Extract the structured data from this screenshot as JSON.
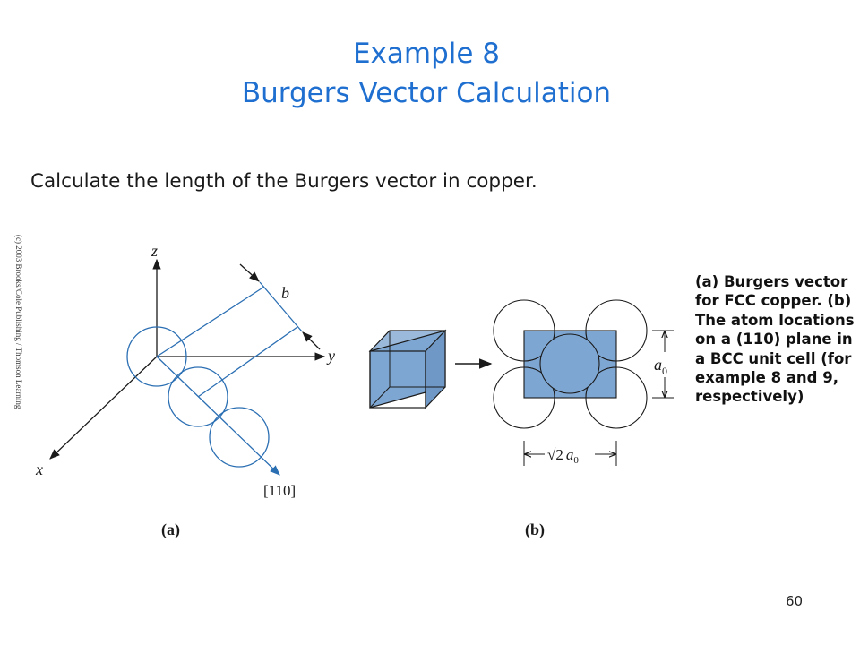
{
  "slide": {
    "title_line1": "Example 8",
    "title_line2": "Burgers Vector Calculation",
    "question": "Calculate the length of the Burgers vector in copper.",
    "copyright": "(c) 2003 Brooks/Cole Publishing / Thomson Learning",
    "caption": "(a)  Burgers vector for FCC copper. (b) The atom locations on a (110) plane in a BCC unit cell (for example 8 and 9, respectively)",
    "page_number": "60"
  },
  "figure_a": {
    "axis_z": "z",
    "axis_y": "y",
    "axis_x": "x",
    "vector_label": "b",
    "direction_label": "[110]",
    "panel_label": "(a)"
  },
  "figure_b": {
    "height_label": "a",
    "height_sub": "0",
    "width_label_sqrt": "√2",
    "width_label_a": "a",
    "width_sub": "0",
    "panel_label": "(b)"
  },
  "colors": {
    "title": "#1f6fd0",
    "diagram_line": "#2b6fb3",
    "fill": "#7ea6d2"
  }
}
